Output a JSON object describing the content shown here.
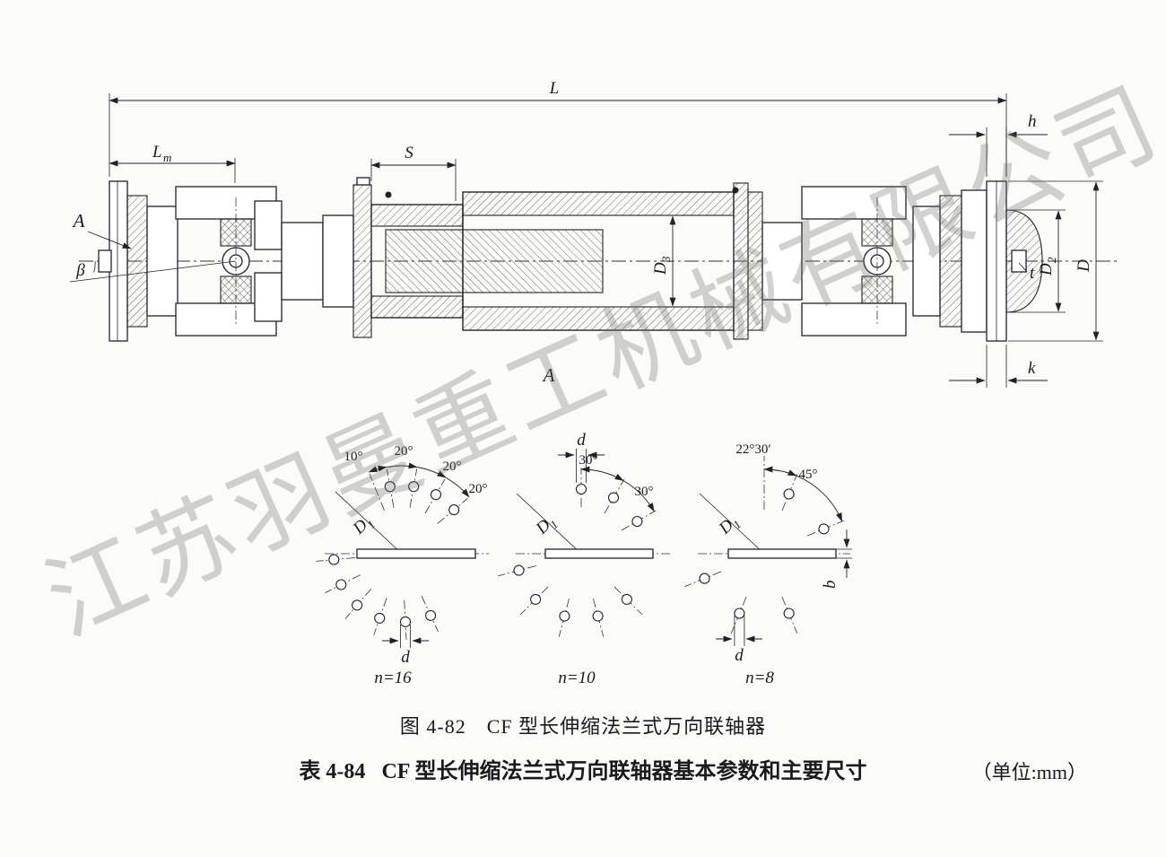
{
  "watermark": {
    "text": "江苏羽曼重工机械有限公司"
  },
  "main_view": {
    "section_arrow_label": "A",
    "view_label": "A",
    "angle_label": "β",
    "dims": {
      "L": "L",
      "Lm_main": "L",
      "Lm_sub": "m",
      "S": "S",
      "h": "h",
      "D3_main": "D",
      "D3_sub": "3",
      "D2_main": "D",
      "D2_sub": "2",
      "D": "D",
      "t": "t",
      "k": "k"
    }
  },
  "bolt_diagrams": [
    {
      "caption": "n=16",
      "D1_main": "D",
      "D1_sub": "1",
      "d": "d",
      "angles": [
        "10°",
        "20°",
        "20°",
        "20°"
      ]
    },
    {
      "caption": "n=10",
      "D1_main": "D",
      "D1_sub": "1",
      "d": "d",
      "angles": [
        "30°",
        "30°"
      ]
    },
    {
      "caption": "n=8",
      "D1_main": "D",
      "D1_sub": "1",
      "d": "d",
      "b": "b",
      "angles": [
        "22°30′",
        "45°"
      ]
    }
  ],
  "captions": {
    "figure": "图 4-82　CF 型长伸缩法兰式万向联轴器",
    "table_prefix": "表 4-84",
    "table_title": "CF 型长伸缩法兰式万向联轴器基本参数和主要尺寸",
    "table_unit": "（单位:mm）"
  }
}
